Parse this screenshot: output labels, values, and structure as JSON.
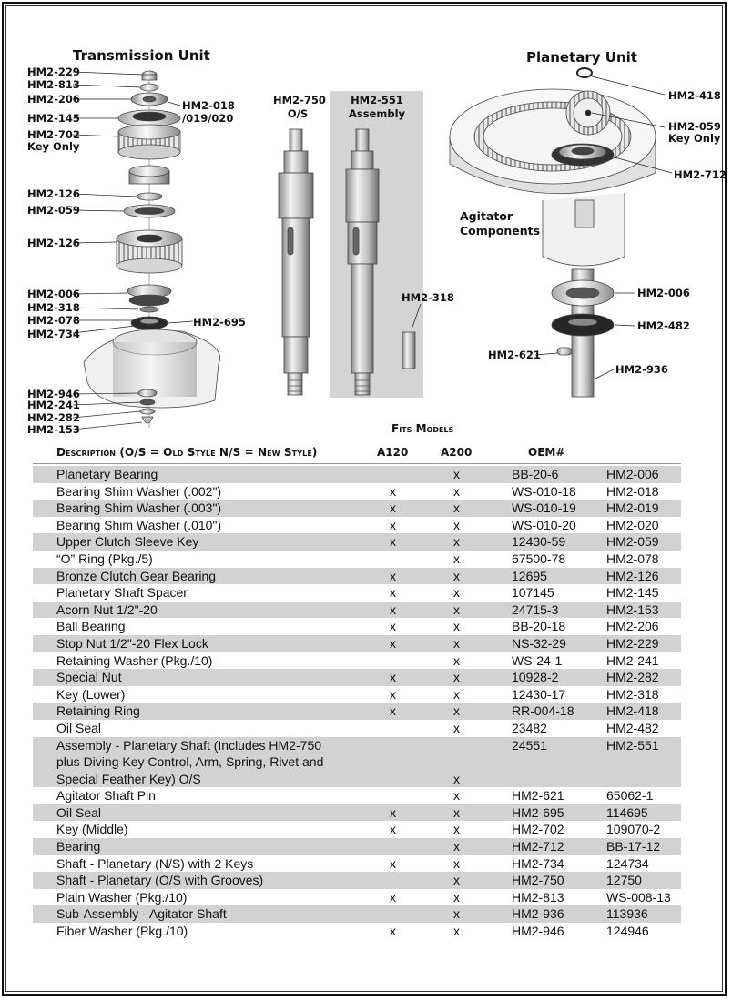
{
  "titles": {
    "transmission": "Transmission Unit",
    "planetary": "Planetary Unit"
  },
  "transmission_labels": [
    "HM2-229",
    "HM2-813",
    "HM2-206",
    "HM2-145",
    "HM2-702",
    "Key Only",
    "HM2-126",
    "HM2-059",
    "HM2-126",
    "HM2-006",
    "HM2-318",
    "HM2-078",
    "HM2-734",
    "HM2-946",
    "HM2-241",
    "HM2-282",
    "HM2-153"
  ],
  "transmission_right_labels": [
    "HM2-018",
    "/019/020",
    "HM2-695"
  ],
  "shaft_labels": {
    "os_top": "HM2-750",
    "os_bottom": "O/S",
    "assembly_top": "HM2-551",
    "assembly_bottom": "Assembly",
    "key": "HM2-318"
  },
  "planetary_labels": {
    "p418": "HM2-418",
    "p059": "HM2-059",
    "p059_sub": "Key Only",
    "p712": "HM2-712",
    "agitator_1": "Agitator",
    "agitator_2": "Components",
    "p006": "HM2-006",
    "p482": "HM2-482",
    "p621": "HM2-621",
    "p936": "HM2-936"
  },
  "fits_models": "Fits Models",
  "table": {
    "headers": {
      "description": "Description (O/S = Old Style   N/S = New Style)",
      "a120": "A120",
      "a200": "A200",
      "oem": "OEM#"
    },
    "rows": [
      {
        "desc": "Planetary Bearing",
        "a120": "",
        "a200": "x",
        "oem": "BB-20-6",
        "num": "HM2-006",
        "shaded": true
      },
      {
        "desc": "Bearing Shim Washer (.002\")",
        "a120": "x",
        "a200": "x",
        "oem": "WS-010-18",
        "num": "HM2-018",
        "shaded": false
      },
      {
        "desc": "Bearing Shim Washer (.003\")",
        "a120": "x",
        "a200": "x",
        "oem": "WS-010-19",
        "num": "HM2-019",
        "shaded": true
      },
      {
        "desc": "Bearing Shim Washer (.010\")",
        "a120": "x",
        "a200": "x",
        "oem": "WS-010-20",
        "num": "HM2-020",
        "shaded": false
      },
      {
        "desc": "Upper Clutch Sleeve Key",
        "a120": "x",
        "a200": "x",
        "oem": "12430-59",
        "num": "HM2-059",
        "shaded": true
      },
      {
        "desc": "“O” Ring (Pkg./5)",
        "a120": "",
        "a200": "x",
        "oem": "67500-78",
        "num": "HM2-078",
        "shaded": false
      },
      {
        "desc": "Bronze Clutch Gear Bearing",
        "a120": "x",
        "a200": "x",
        "oem": "12695",
        "num": "HM2-126",
        "shaded": true
      },
      {
        "desc": "Planetary Shaft Spacer",
        "a120": "x",
        "a200": "x",
        "oem": "107145",
        "num": "HM2-145",
        "shaded": false
      },
      {
        "desc": "Acorn Nut 1/2\"-20",
        "a120": "x",
        "a200": "x",
        "oem": "24715-3",
        "num": "HM2-153",
        "shaded": true
      },
      {
        "desc": "Ball Bearing",
        "a120": "x",
        "a200": "x",
        "oem": "BB-20-18",
        "num": "HM2-206",
        "shaded": false
      },
      {
        "desc": "Stop Nut 1/2\"-20 Flex Lock",
        "a120": "x",
        "a200": "x",
        "oem": "NS-32-29",
        "num": "HM2-229",
        "shaded": true
      },
      {
        "desc": "Retaining Washer (Pkg./10)",
        "a120": "",
        "a200": "x",
        "oem": "WS-24-1",
        "num": "HM2-241",
        "shaded": false
      },
      {
        "desc": "Special Nut",
        "a120": "x",
        "a200": "x",
        "oem": "10928-2",
        "num": "HM2-282",
        "shaded": true
      },
      {
        "desc": "Key (Lower)",
        "a120": "x",
        "a200": "x",
        "oem": "12430-17",
        "num": "HM2-318",
        "shaded": false
      },
      {
        "desc": "Retaining Ring",
        "a120": "x",
        "a200": "x",
        "oem": "RR-004-18",
        "num": "HM2-418",
        "shaded": true
      },
      {
        "desc": "Oil Seal",
        "a120": "",
        "a200": "x",
        "oem": "23482",
        "num": "HM2-482",
        "shaded": false
      },
      {
        "desc": "Assembly - Planetary Shaft (Includes HM2-750\nplus Diving Key Control, Arm, Spring, Rivet and\nSpecial Feather Key) O/S",
        "a120": "",
        "a200": "x",
        "oem": "24551",
        "num": "HM2-551",
        "shaded": true,
        "tall": true
      },
      {
        "desc": "Agitator Shaft Pin",
        "a120": "",
        "a200": "x",
        "oem": "HM2-621",
        "num": "65062-1",
        "shaded": false
      },
      {
        "desc": "Oil Seal",
        "a120": "x",
        "a200": "x",
        "oem": "HM2-695",
        "num": "114695",
        "shaded": true
      },
      {
        "desc": "Key (Middle)",
        "a120": "x",
        "a200": "x",
        "oem": "HM2-702",
        "num": "109070-2",
        "shaded": false
      },
      {
        "desc": "Bearing",
        "a120": "",
        "a200": "x",
        "oem": "HM2-712",
        "num": "BB-17-12",
        "shaded": true
      },
      {
        "desc": "Shaft - Planetary (N/S) with 2 Keys",
        "a120": "x",
        "a200": "x",
        "oem": "HM2-734",
        "num": "124734",
        "shaded": false
      },
      {
        "desc": "Shaft - Planetary (O/S with Grooves)",
        "a120": "",
        "a200": "x",
        "oem": "HM2-750",
        "num": "12750",
        "shaded": true
      },
      {
        "desc": "Plain Washer (Pkg./10)",
        "a120": "x",
        "a200": "x",
        "oem": "HM2-813",
        "num": "WS-008-13",
        "shaded": false
      },
      {
        "desc": "Sub-Assembly - Agitator Shaft",
        "a120": "",
        "a200": "x",
        "oem": "HM2-936",
        "num": "113936",
        "shaded": true
      },
      {
        "desc": "Fiber Washer (Pkg./10)",
        "a120": "x",
        "a200": "x",
        "oem": "HM2-946",
        "num": "124946",
        "shaded": false
      }
    ]
  }
}
